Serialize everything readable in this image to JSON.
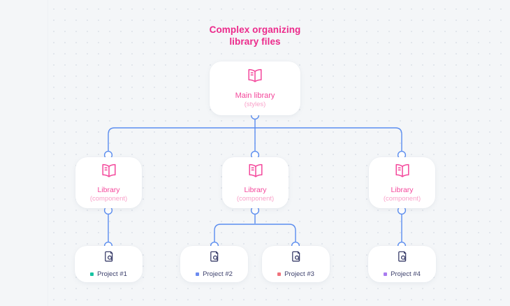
{
  "title": {
    "line1": "Complex organizing",
    "line2": "library files",
    "color": "#ec2a8b"
  },
  "theme": {
    "background": "#f4f6f8",
    "card_background": "#ffffff",
    "connector_color": "#5b8def",
    "port_color": "#5b8def",
    "library_text": "#f4479b",
    "library_subtext": "#f9a0c8",
    "project_text": "#3b3f6b",
    "project_icon": "#3b3f6b",
    "grid_dot": "#e2e6ec"
  },
  "nodes": {
    "main_library": {
      "label": "Main library",
      "sublabel": "(styles)",
      "icon": "book-icon"
    },
    "libraries": [
      {
        "label": "Library",
        "sublabel": "(component)",
        "icon": "book-icon"
      },
      {
        "label": "Library",
        "sublabel": "(component)",
        "icon": "book-icon"
      },
      {
        "label": "Library",
        "sublabel": "(component)",
        "icon": "book-icon"
      }
    ],
    "projects": [
      {
        "label": "Project #1",
        "dot_color": "#17c3a2",
        "icon": "document-icon"
      },
      {
        "label": "Project #2",
        "dot_color": "#6c8bf0",
        "icon": "document-icon"
      },
      {
        "label": "Project #3",
        "dot_color": "#f0727c",
        "icon": "document-icon"
      },
      {
        "label": "Project #4",
        "dot_color": "#a97bf0",
        "icon": "document-icon"
      }
    ]
  }
}
